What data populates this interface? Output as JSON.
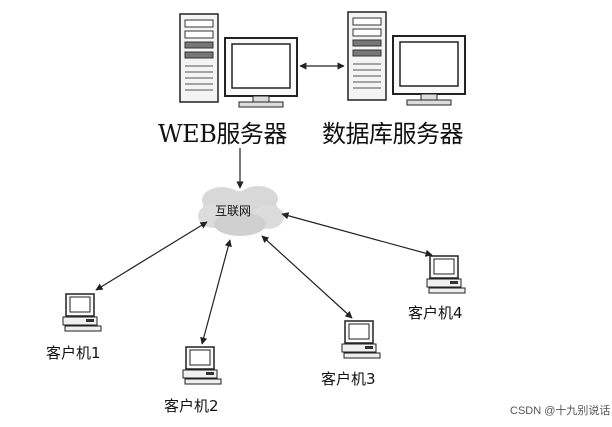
{
  "labels": {
    "web_server": "WEB服务器",
    "db_server": "数据库服务器",
    "internet": "互联网",
    "client1": "客户机1",
    "client2": "客户机2",
    "client3": "客户机3",
    "client4": "客户机4"
  },
  "watermark": "CSDN @十九别说话"
}
